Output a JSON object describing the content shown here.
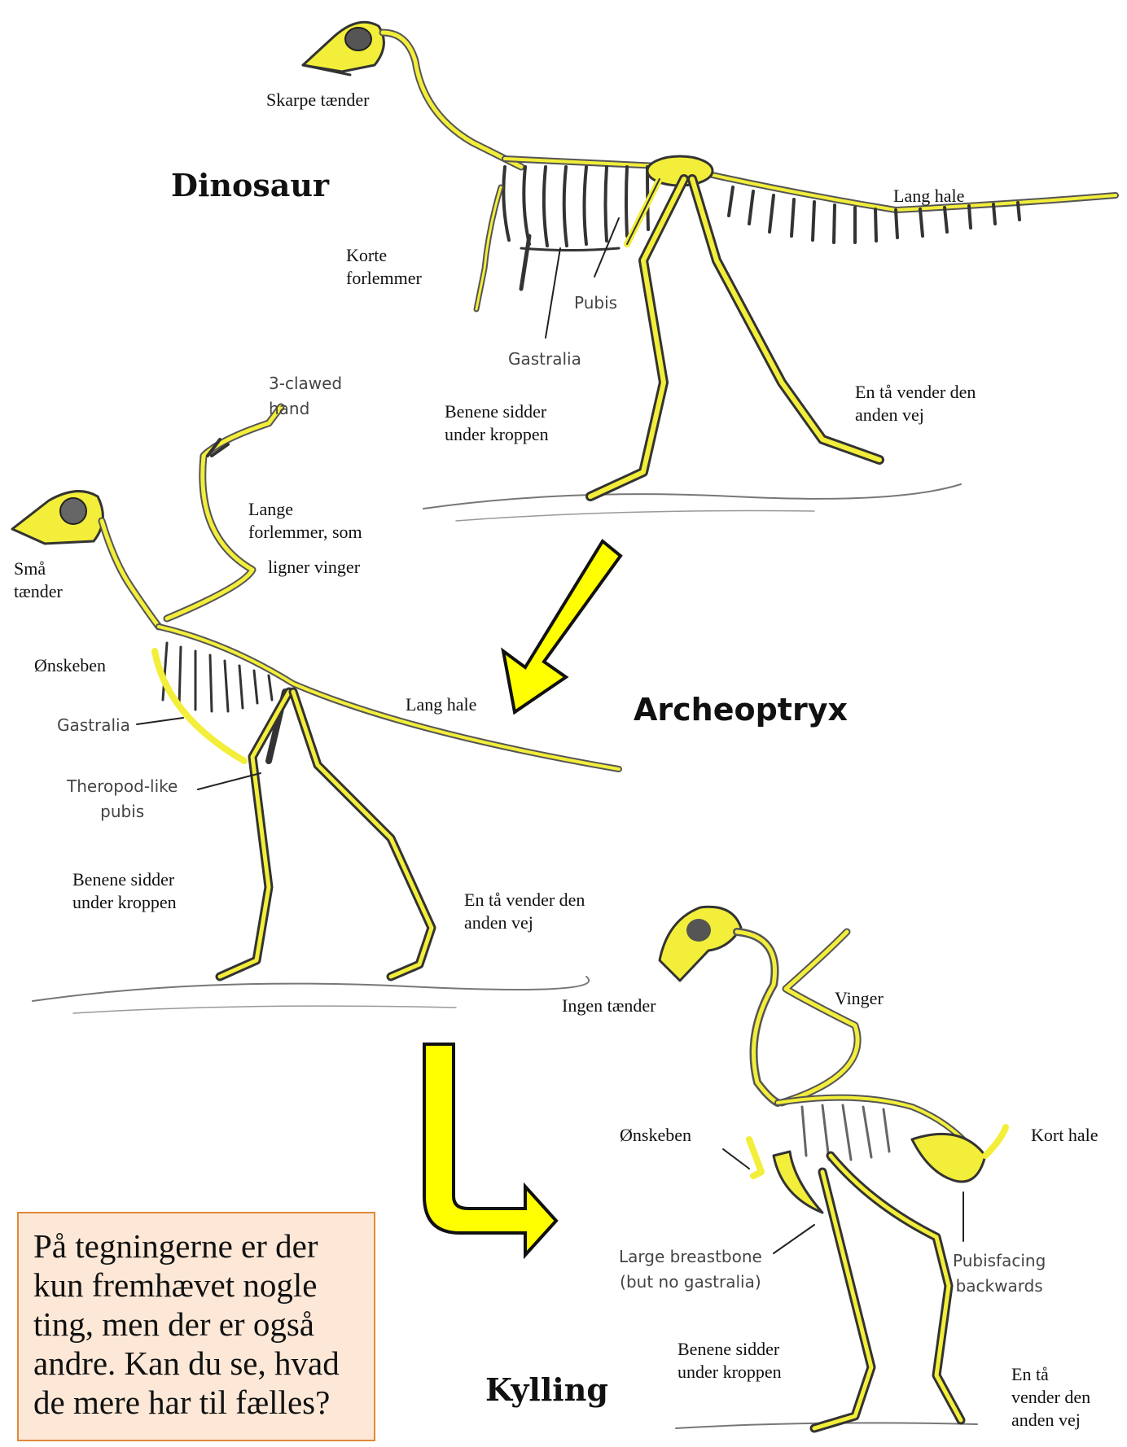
{
  "titles": {
    "dinosaur": "Dinosaur",
    "archeoptryx": "Archeoptryx",
    "kylling": "Kylling"
  },
  "dinosaur_labels": {
    "skarpe_taender": "Skarpe tænder",
    "lang_hale": "Lang hale",
    "korte_forlemmer": "Korte\nforlemmer",
    "pubis": "Pubis",
    "gastralia": "Gastralia",
    "benene": "Benene sidder\nunder kroppen",
    "en_taa": "En tå vender den\nanden vej"
  },
  "archeoptryx_labels": {
    "clawed_hand": "3-clawed\nhand",
    "lange_forlemmer": "Lange\nforlemmer, som",
    "ligner_vinger": "ligner vinger",
    "smaa_taender": "Små\ntænder",
    "oenskeben": "Ønskeben",
    "lang_hale": "Lang hale",
    "gastralia": "Gastralia",
    "theropod_pubis": "Theropod-like\npubis",
    "benene": "Benene sidder\nunder kroppen",
    "en_taa": "En tå vender den\nanden vej"
  },
  "kylling_labels": {
    "ingen_taender": "Ingen tænder",
    "vinger": "Vinger",
    "oenskeben": "Ønskeben",
    "kort_hale": "Kort hale",
    "breastbone": "Large breastbone\n(but no gastralia)",
    "pubis_facing": "Pubisfacing\nbackwards",
    "benene": "Benene sidder\nunder kroppen",
    "en_taa": "En tå\nvender den\nanden vej"
  },
  "note": {
    "text": "På tegningerne er der kun fremhævet nogle ting, men der er også andre. Kan du se, hvad de mere har til fælles?"
  },
  "colors": {
    "bone_yellow": "#f2ee3a",
    "bone_dark": "#3a3a3a",
    "arrow_yellow": "#ffff00",
    "note_bg": "#fde8d7",
    "note_border": "#e0883a"
  }
}
